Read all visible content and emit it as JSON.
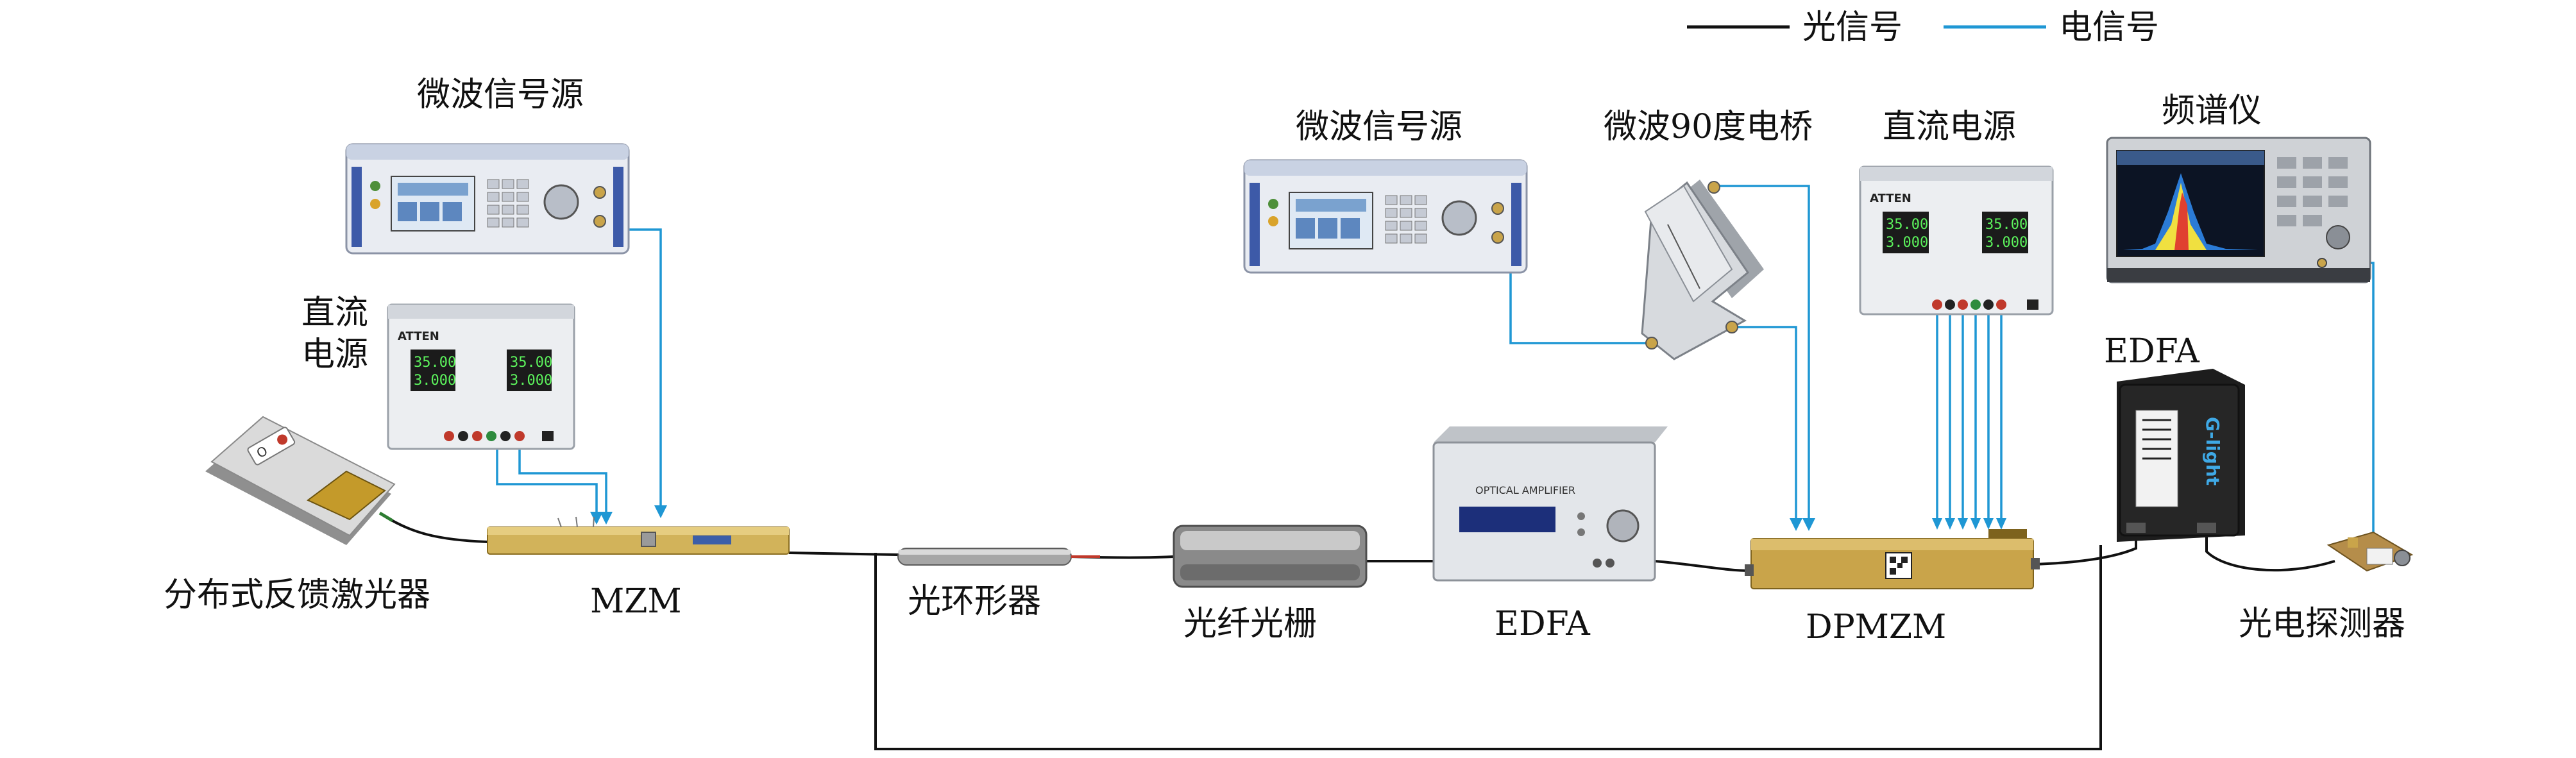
{
  "legend": {
    "optical_label": "光信号",
    "electrical_label": "电信号",
    "optical_color": "#111111",
    "electrical_color": "#1f97d4"
  },
  "labels": {
    "microwave_source_left": "微波信号源",
    "dc_supply_left_line1": "直流",
    "dc_supply_left_line2": "电源",
    "laser": "分布式反馈激光器",
    "mzm": "MZM",
    "circulator": "光环形器",
    "fiber_grating": "光纤光栅",
    "edfa_center": "EDFA",
    "microwave_source_right": "微波信号源",
    "hybrid": "微波90度电桥",
    "dc_supply_right": "直流电源",
    "spectrum_analyzer": "频谱仪",
    "edfa_right": "EDFA",
    "dpmzm": "DPMZM",
    "photodetector": "光电探测器"
  },
  "device_text": {
    "dc_brand": "ATTEN",
    "dc_reading_voltage": "35.00",
    "dc_reading_current": "3.000",
    "amplifier_panel": "OPTICAL AMPLIFIER",
    "glight_brand": "G-light",
    "laser_brand": "O"
  }
}
